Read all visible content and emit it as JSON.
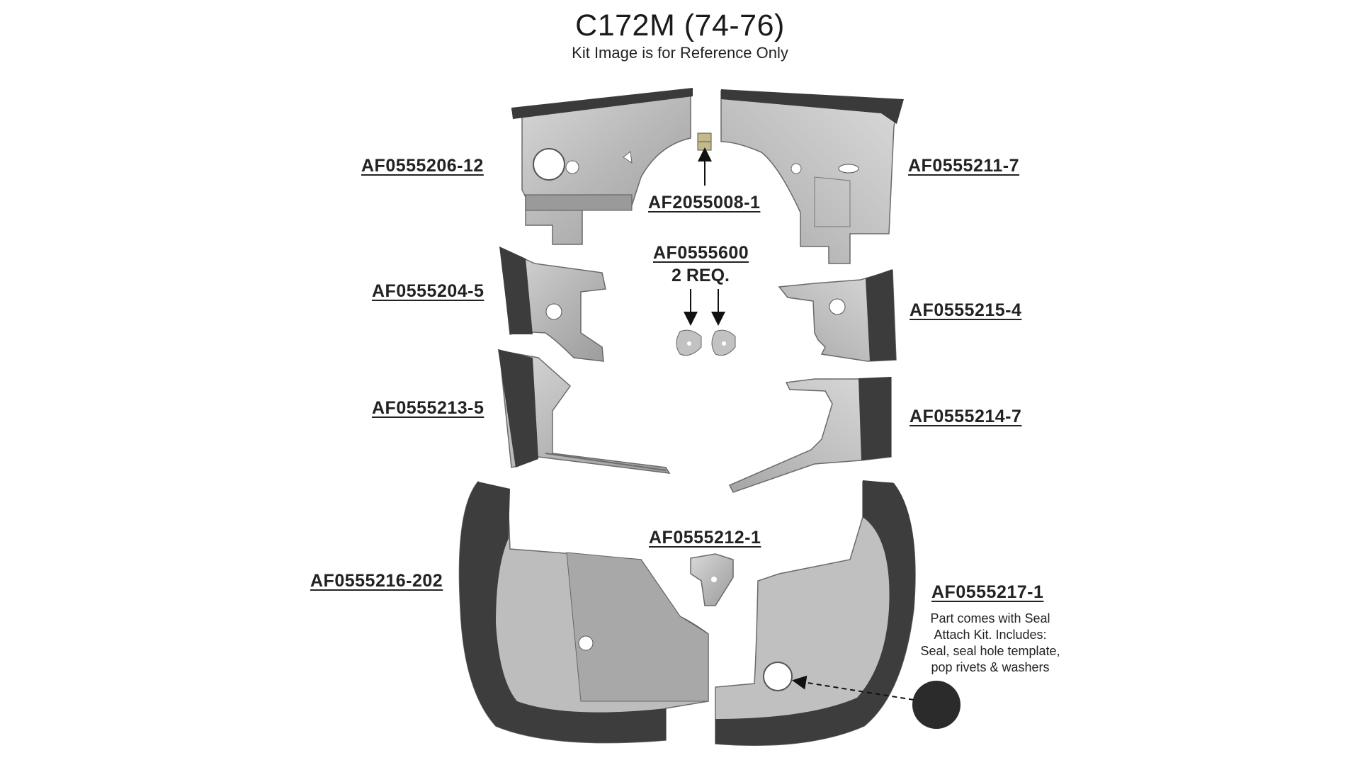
{
  "header": {
    "title": "C172M (74-76)",
    "subtitle": "Kit Image is for Reference Only"
  },
  "parts": [
    {
      "id": "p1",
      "number": "AF0555206-12"
    },
    {
      "id": "p2",
      "number": "AF2055008-1"
    },
    {
      "id": "p3",
      "number": "AF0555211-7"
    },
    {
      "id": "p4",
      "number": "AF0555600",
      "quantity": "2 REQ."
    },
    {
      "id": "p5",
      "number": "AF0555204-5"
    },
    {
      "id": "p6",
      "number": "AF0555215-4"
    },
    {
      "id": "p7",
      "number": "AF0555213-5"
    },
    {
      "id": "p8",
      "number": "AF0555214-7"
    },
    {
      "id": "p9",
      "number": "AF0555212-1"
    },
    {
      "id": "p10",
      "number": "AF0555216-202"
    },
    {
      "id": "p11",
      "number": "AF0555217-1",
      "note": [
        "Part comes with Seal",
        "Attach Kit. Includes:",
        "Seal, seal hole template,",
        "pop rivets & washers"
      ]
    }
  ]
}
